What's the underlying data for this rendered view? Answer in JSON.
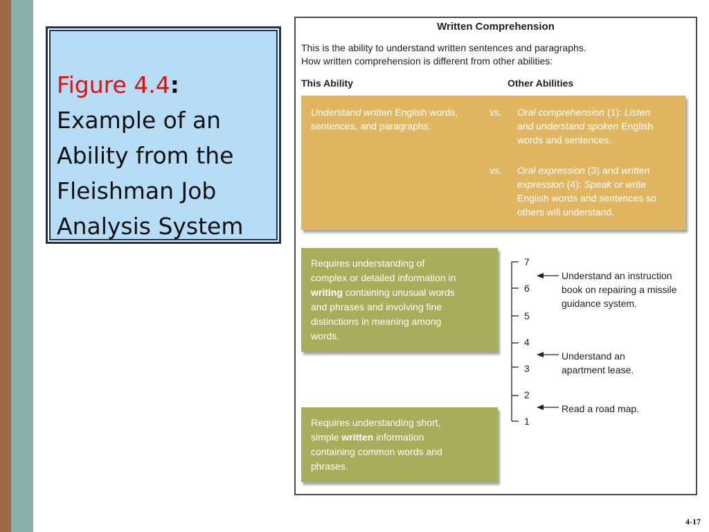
{
  "slide_title": {
    "figure_label": "Figure 4.4",
    "colon": ":",
    "lines": [
      "Example of an",
      "Ability from the",
      "Fleishman Job",
      "Analysis System"
    ]
  },
  "figure": {
    "heading": "Written Comprehension",
    "intro_line1": "This is the ability to understand written sentences and paragraphs.",
    "intro_line2": "How written comprehension is different from other abilities:",
    "col_this": "This Ability",
    "col_other": "Other Abilities",
    "this_ability": {
      "line1_italic": "Understand written",
      "line1_rest": " English words,",
      "line2": "sentences, and paragraphs."
    },
    "vs": "vs.",
    "other1": {
      "italic1": "Oral comprehension",
      "plain1": " (1): ",
      "italic2": "Listen",
      "line2_italic": "and understand spoken",
      "line2_rest": " English",
      "line3": "words and sentences."
    },
    "other2": {
      "italic1": "Oral expression",
      "plain1": " (3) and ",
      "italic2": "written",
      "line2_italic": "expression",
      "line2_plain": " (4): ",
      "line2_italic2": "Speak or write",
      "line3": "English words and sentences so",
      "line4": "others will understand."
    },
    "high_box": {
      "line1": "Requires understanding of",
      "line2": "complex or detailed information in",
      "line3_bold": "writing",
      "line3_rest": " containing unusual words",
      "line4": "and phrases and involving fine",
      "line5": "distinctions in meaning among",
      "line6": "words."
    },
    "low_box": {
      "line1": "Requires understanding short,",
      "line2_pre": "simple ",
      "line2_bold": "written",
      "line2_rest": " information",
      "line3": "containing common words and",
      "line4": "phrases."
    },
    "levels": [
      "7",
      "6",
      "5",
      "4",
      "3",
      "2",
      "1"
    ],
    "anchors": {
      "high": [
        "Understand an instruction",
        "book on repairing a missile",
        "guidance system."
      ],
      "mid": [
        "Understand an",
        "apartment lease."
      ],
      "low": [
        "Read a road map."
      ]
    }
  },
  "slide_number": "4-17",
  "colors": {
    "title_box_bg": "#b7dcf5",
    "figure_label": "#e01010",
    "orange_box": "#e0b660",
    "green_box": "#a8ad5b",
    "strip_brown": "#9a6a45",
    "strip_teal": "#86b0a9"
  }
}
